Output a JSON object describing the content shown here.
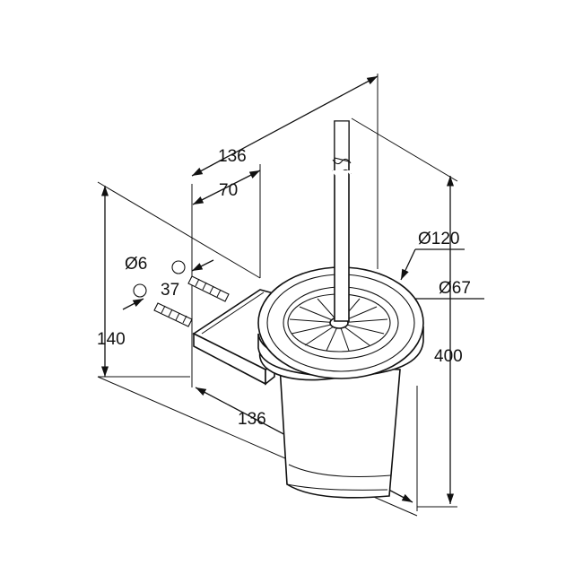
{
  "drawing": {
    "subject": "wall-mounted toilet brush holder dimension drawing",
    "dimensions": {
      "depth_top": "136",
      "wall_offset": "70",
      "screw_diameter": "Ø6",
      "screw_length": "37",
      "height_bracket": "140",
      "width_bottom": "136",
      "holder_diameter": "Ø120",
      "opening_diameter": "Ø67",
      "total_height": "400"
    }
  }
}
